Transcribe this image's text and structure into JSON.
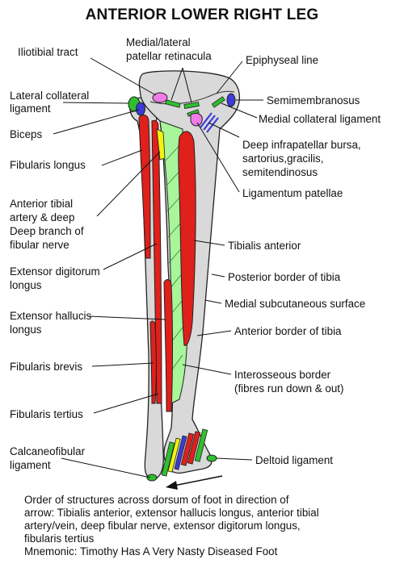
{
  "title": "ANTERIOR LOWER RIGHT LEG",
  "labels": {
    "iliotibial_tract": "Iliotibial tract",
    "retinacula_1": "Medial/lateral",
    "retinacula_2": "patellar retinacula",
    "epiphyseal_line": "Epiphyseal line",
    "lateral_collateral_1": "Lateral collateral",
    "lateral_collateral_2": "ligament",
    "semimembranosus": "Semimembranosus",
    "medial_collateral": "Medial collateral ligament",
    "biceps": "Biceps",
    "deep_bursa_1": "Deep infrapatellar bursa,",
    "deep_bursa_2": "sartorius,gracilis,",
    "deep_bursa_3": "semitendinosus",
    "fibularis_longus": "Fibularis longus",
    "ligamentum_patellae": "Ligamentum patellae",
    "ant_tibial_1": "Anterior tibial",
    "ant_tibial_2": "artery & deep",
    "ant_tibial_3": "Deep branch of",
    "ant_tibial_4": "fibular nerve",
    "tibialis_anterior": "Tibialis anterior",
    "edl_1": "Extensor digitorum",
    "edl_2": "longus",
    "posterior_border": "Posterior border of tibia",
    "medial_surface": "Medial subcutaneous surface",
    "ehl_1": "Extensor hallucis",
    "ehl_2": "longus",
    "anterior_border": "Anterior border of tibia",
    "fibularis_brevis": "Fibularis brevis",
    "interosseous_1": "Interosseous border",
    "interosseous_2": "(fibres run down & out)",
    "fibularis_tertius": "Fibularis tertius",
    "calcaneofibular_1": "Calcaneofibular",
    "calcaneofibular_2": "ligament",
    "deltoid": "Deltoid ligament"
  },
  "caption": {
    "line1": "Order of structures across dorsum of foot in direction of",
    "line2": "arrow: Tibialis anterior, extensor hallucis longus, anterior tibial",
    "line3": "artery/vein, deep fibular nerve, extensor digitorum longus,",
    "line4": "fibularis tertius",
    "line5": "Mnemonic: Timothy Has A Very Nasty Diseased Foot"
  },
  "colors": {
    "bone": "#d9d9d9",
    "muscle": "#e0201b",
    "interosseous_area": "#a8f59a",
    "ligament": "#2fbf2f",
    "bursa": "#f07ce8",
    "tendon_blue": "#3b3bd9",
    "nerve_yellow": "#f2f20f"
  }
}
